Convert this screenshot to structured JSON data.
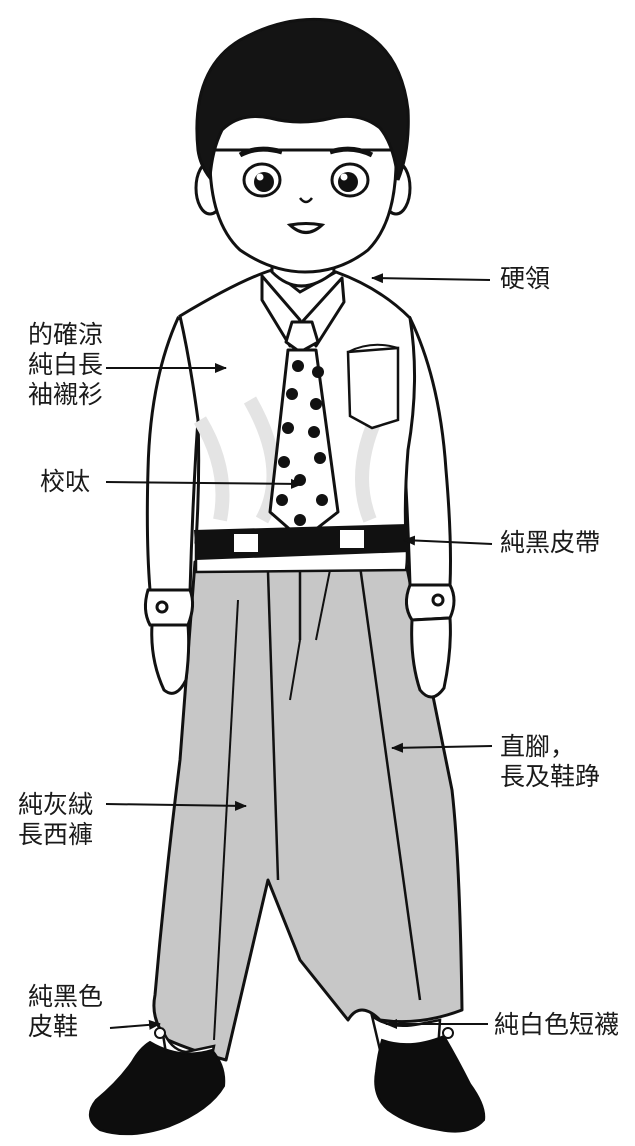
{
  "colors": {
    "ink": "#111111",
    "trousers": "#c7c7c7",
    "shirt": "#ffffff",
    "shirt_shade": "#eeeeee",
    "hair": "#141414",
    "belt": "#111111"
  },
  "labels": {
    "collar": "硬領",
    "shirt": [
      "的確涼",
      "純白長",
      "袖襯衫"
    ],
    "tie": "校呔",
    "belt": "純黑皮帶",
    "trouser_hem": [
      "直腳，",
      "長及鞋踭"
    ],
    "trousers": [
      "純灰絨",
      "長西褲"
    ],
    "shoes": [
      "純黑色",
      "皮鞋"
    ],
    "socks": "純白色短襪"
  }
}
